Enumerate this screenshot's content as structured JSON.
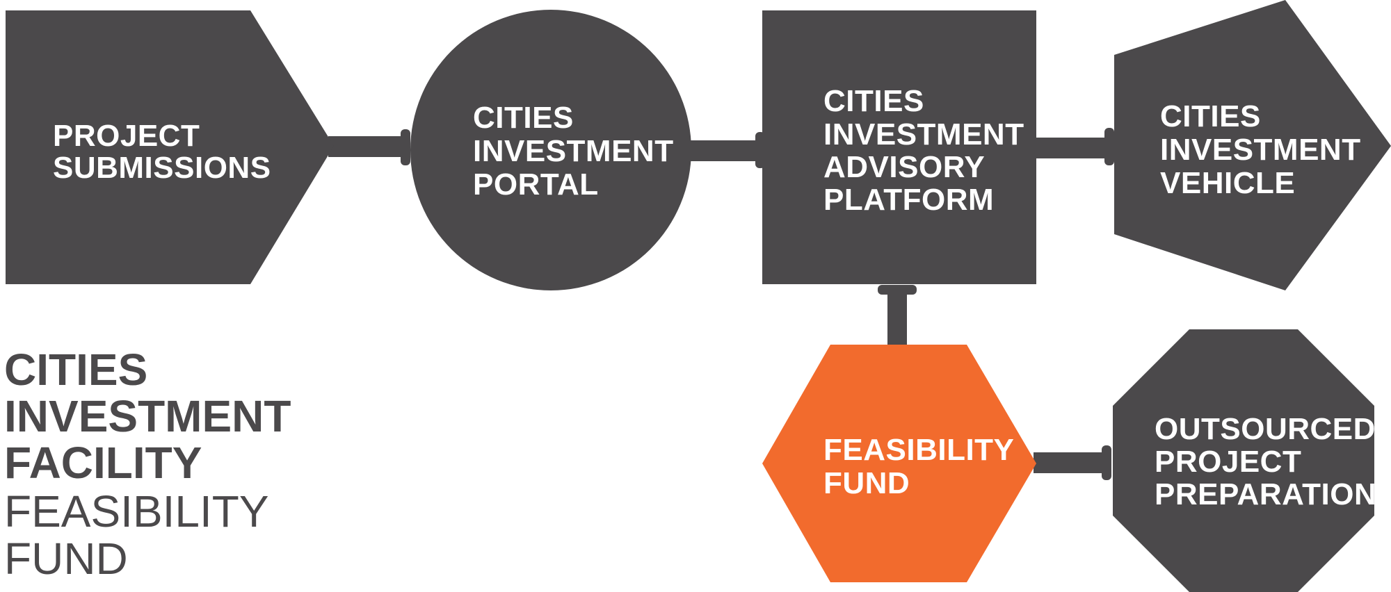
{
  "colors": {
    "node": "#4b494b",
    "highlight": "#f26b2d",
    "connector": "#4b494b",
    "title": "#4b494b",
    "subtitle": "#4b494b"
  },
  "nodes": {
    "project_submissions": [
      "PROJECT",
      "SUBMISSIONS"
    ],
    "investment_portal": [
      "CITIES",
      "INVESTMENT",
      "PORTAL"
    ],
    "advisory_platform": [
      "CITIES",
      "INVESTMENT",
      "ADVISORY",
      "PLATFORM"
    ],
    "investment_vehicle": [
      "CITIES",
      "INVESTMENT",
      "VEHICLE"
    ],
    "feasibility_fund": [
      "FEASIBILITY",
      "FUND"
    ],
    "outsourced_preparation": [
      "OUTSOURCED",
      "PROJECT",
      "PREPARATION"
    ]
  },
  "title": {
    "lines": [
      "CITIES",
      "INVESTMENT",
      "FACILITY"
    ],
    "sub_lines": [
      "FEASIBILITY",
      "FUND"
    ]
  }
}
